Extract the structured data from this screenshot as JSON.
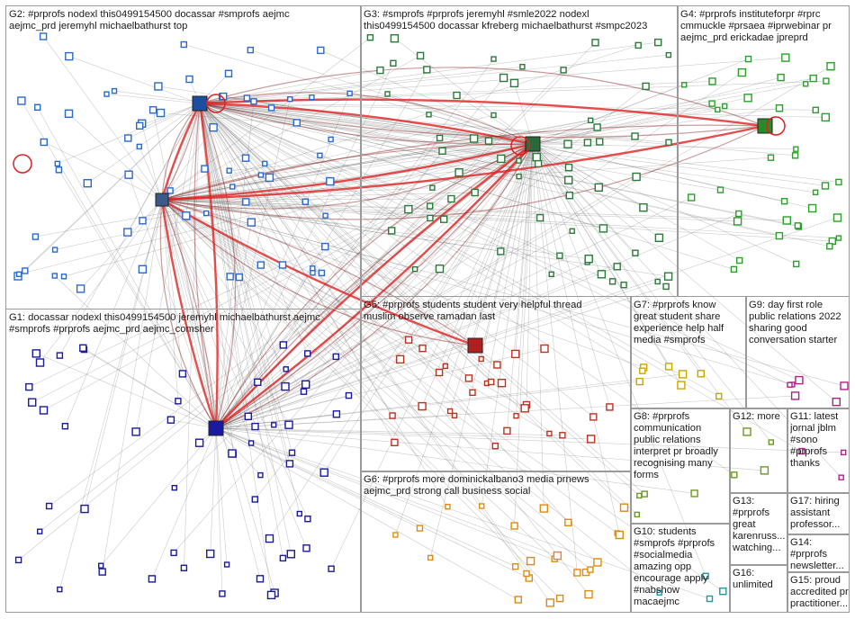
{
  "groups": [
    {
      "id": "G1",
      "label": "G1: docassar nodexl this0499154500 jeremyhl michaelbathurst aejmc\n#smprofs #prprofs aejmc_prd aejmc_comsher"
    },
    {
      "id": "G2",
      "label": "G2: #prprofs nodexl this0499154500 docassar #smprofs aejmc\naejmc_prd jeremyhl michaelbathurst top"
    },
    {
      "id": "G3",
      "label": "G3: #smprofs #prprofs jeremyhl #smle2022 nodexl\nthis0499154500 docassar kfreberg michaelbathurst #smpc2023"
    },
    {
      "id": "G4",
      "label": "G4: #prprofs instituteforpr #rprc\ncmmuckle #prsaea #iprwebinar pr\naejmc_prd erickadae jpreprd"
    },
    {
      "id": "G5",
      "label": "G5: #prprofs students student very helpful thread\nmuslim observe ramadan last"
    },
    {
      "id": "G6",
      "label": "G6: #prprofs more dominickalbano3 media prnews\naejmc_prd strong call business social"
    },
    {
      "id": "G7",
      "label": "G7: #prprofs know\ngreat student share\nexperience help half\nmedia #smprofs"
    },
    {
      "id": "G8",
      "label": "G8: #prprofs\ncommunication\npublic relations\ninterpret pr broadly\nrecognising many\nforms"
    },
    {
      "id": "G9",
      "label": "G9: day first role\npublic relations 2022\nsharing good\nconversation starter"
    },
    {
      "id": "G10",
      "label": "G10: students\n#smprofs #prprofs\n#socialmedia\namazing opp\nencourage apply\n#nabshow\nmacaejmc"
    },
    {
      "id": "G11",
      "label": "G11: latest\njornal jblm\n#sono\n#prprofs\nthanks"
    },
    {
      "id": "G12",
      "label": "G12: more"
    },
    {
      "id": "G13",
      "label": "G13:\n#prprofs\ngreat\nkarenruss...\nwatching..."
    },
    {
      "id": "G14",
      "label": "G14:\n#prprofs\nnewsletter..."
    },
    {
      "id": "G15",
      "label": "G15: proud\naccredited pr\npractitioner..."
    },
    {
      "id": "G16",
      "label": "G16:\nunlimited"
    },
    {
      "id": "G17",
      "label": "G17: hiring\nassistant\nprofessor..."
    }
  ],
  "hubs": [
    {
      "id": "g1-hub",
      "group": "G1",
      "color": "#1a1aa0"
    },
    {
      "id": "g2-hub",
      "group": "G2",
      "color": "#1a4fa0"
    },
    {
      "id": "g3-hub",
      "group": "G3",
      "color": "#2a6a3a"
    },
    {
      "id": "g4-hub",
      "group": "G4",
      "color": "#2a8a2a"
    },
    {
      "id": "g5-hub",
      "group": "G5",
      "color": "#b02020"
    }
  ],
  "colors": {
    "edge_heavy": "#e02020",
    "edge_light": "#6b6b6b",
    "edge_dark": "#8a2020",
    "g1": "#1a1aa0",
    "g2": "#2a6ad0",
    "g3": "#2a7a3a",
    "g4": "#2aa02a",
    "g5": "#c03020",
    "g6": "#e08a10",
    "g7": "#c8a800",
    "g8": "#6a9a20",
    "g9": "#b0208a",
    "g10": "#209aa0"
  }
}
